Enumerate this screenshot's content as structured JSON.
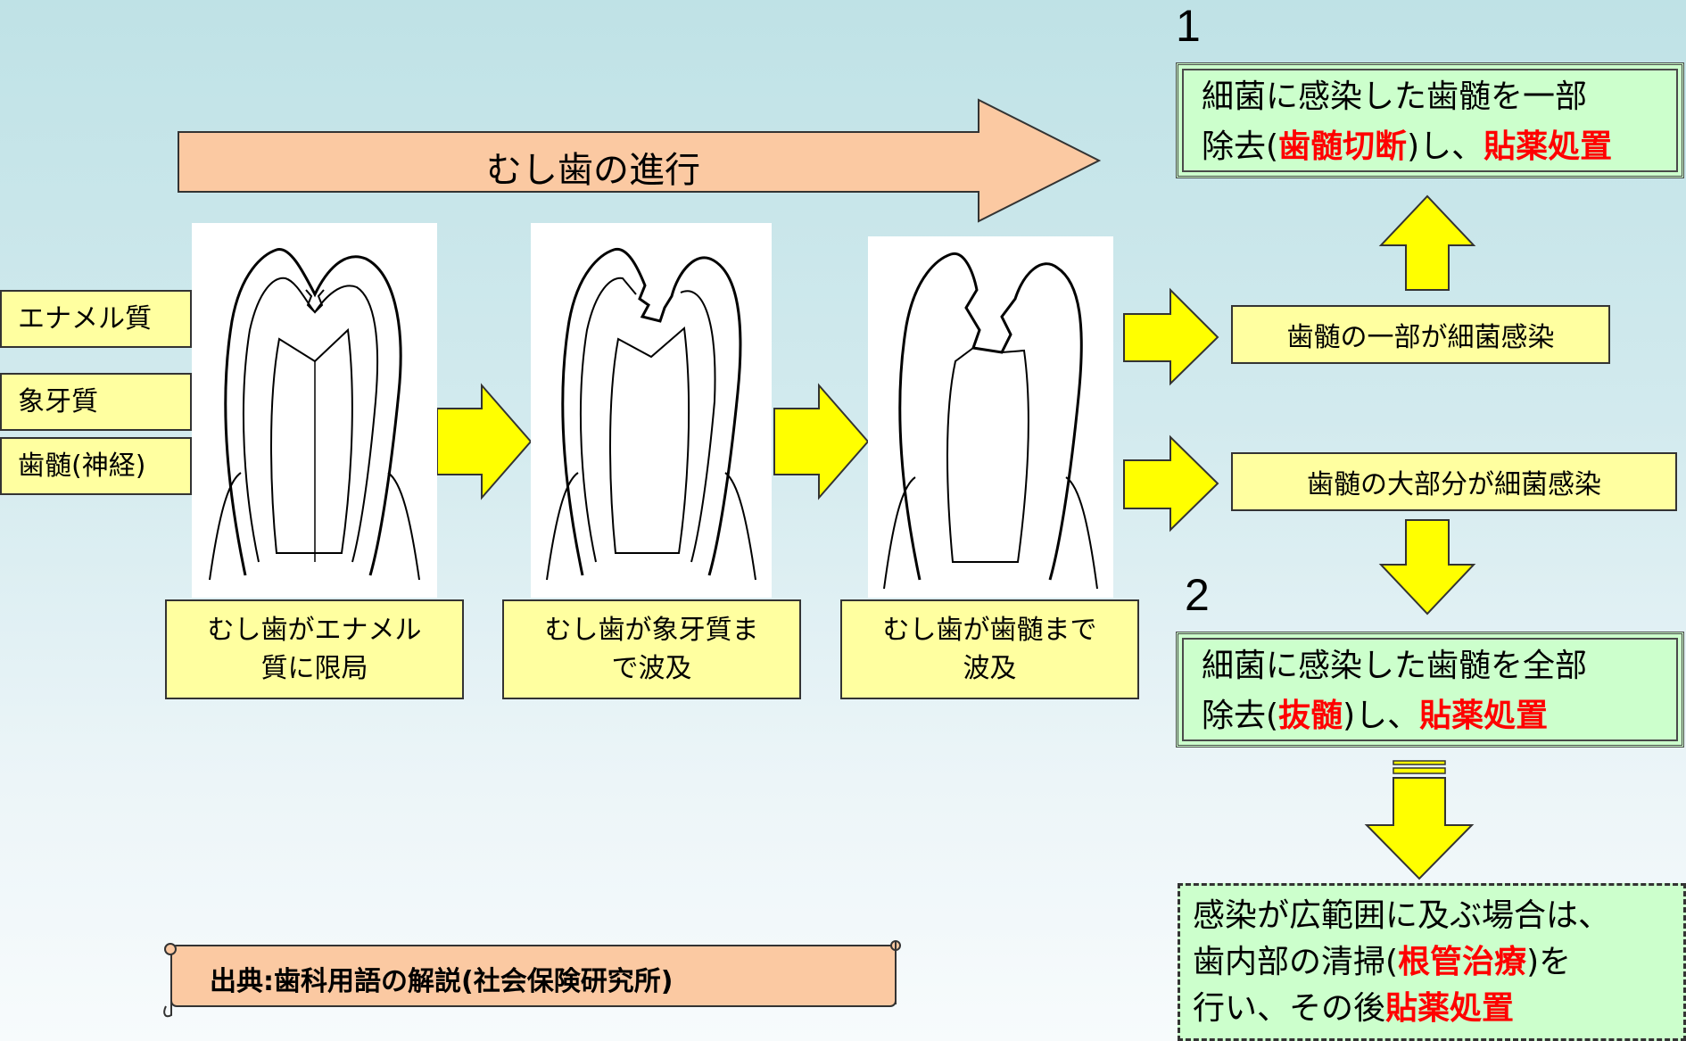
{
  "colors": {
    "label_fill": "#ffffa0",
    "treatment_fill": "#ccffcc",
    "progress_arrow_fill": "#fbc9a2",
    "yellow_arrow_fill": "#ffff00",
    "highlight_red": "#ff0000"
  },
  "progress": {
    "title": "むし歯の進行"
  },
  "anatomy_labels": [
    "エナメル質",
    "象牙質",
    "歯髄(神経)"
  ],
  "stages": [
    {
      "line1": "むし歯がエナメル",
      "line2": "質に限局"
    },
    {
      "line1": "むし歯が象牙質ま",
      "line2": "で波及"
    },
    {
      "line1": "むし歯が歯髄まで",
      "line2": "波及"
    }
  ],
  "infection": {
    "partial": "歯髄の一部が細菌感染",
    "major": "歯髄の大部分が細菌感染"
  },
  "treatment1": {
    "number": "1",
    "line1": "細菌に感染した歯髄を一部",
    "line2_prefix": "除去(",
    "line2_red1": "歯髄切断",
    "line2_mid": ")し、",
    "line2_red2": "貼薬処置"
  },
  "treatment2": {
    "number": "2",
    "line1": "細菌に感染した歯髄を全部",
    "line2_prefix": "除去(",
    "line2_red1": "抜髄",
    "line2_mid": ")し、",
    "line2_red2": "貼薬処置"
  },
  "final": {
    "line1": "感染が広範囲に及ぶ場合は、",
    "line2_prefix": "歯内部の清掃(",
    "line2_red": "根管治療",
    "line2_suffix": ")を",
    "line3_prefix": "行い、その後",
    "line3_red": "貼薬処置"
  },
  "source": {
    "text": "出典:歯科用語の解説(社会保険研究所)"
  }
}
